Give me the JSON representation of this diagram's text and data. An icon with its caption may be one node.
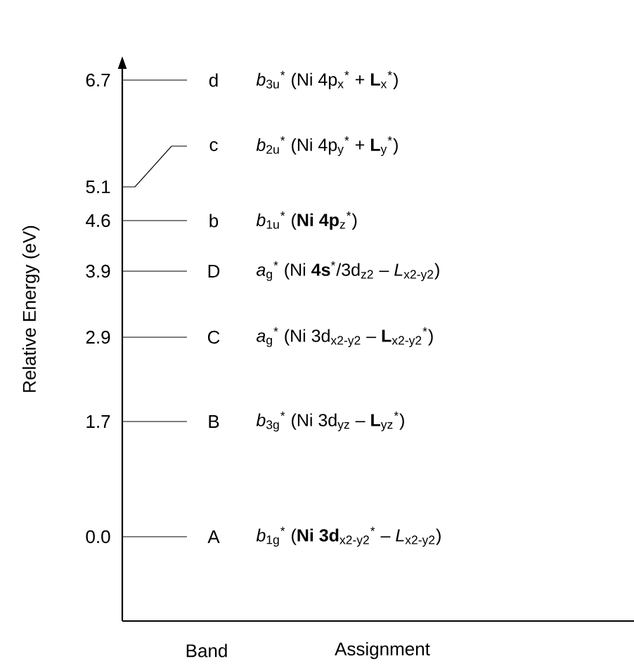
{
  "diagram": {
    "labels": [
      "6.7",
      "d",
      "*b*$_{3u}$$^{*}$ (Ni 4p$_{x}$$^{*}$ + **L**$_{x}$$^{*}$)",
      "c",
      "*b*$_{2u}$$^{*}$ (Ni 4p$_{y}$$^{*}$ + **L**$_{y}$$^{*}$)",
      "5.1",
      "4.6",
      "b",
      "*b*$_{1u}$$^{*}$ (**Ni 4p**$_{z}$$^{*}$)",
      "3.9",
      "D",
      "*a*$_{g}$$^{*}$ (Ni **4s**$^{*}$/3d$_{z2}$ – *L*$_{x2-y2}$)",
      "2.9",
      "C",
      "*a*$_{g}$$^{*}$ (Ni 3d$_{x2-y2}$ – **L**$_{x2-y2}$$^{*}$)",
      "1.7",
      "B",
      "*b*$_{3g}$$^{*}$ (Ni 3d$_{yz}$ – **L**$_{yz}$$^{*}$)",
      "0.0",
      "A",
      "*b*$_{1g}$$^{*}$ (**Ni 3d**$_{x2-y2}$$^{*}$ – *L*$_{x2-y2}$)",
      "Relative Energy (eV)",
      "Band",
      "Assignment"
    ]
  }
}
